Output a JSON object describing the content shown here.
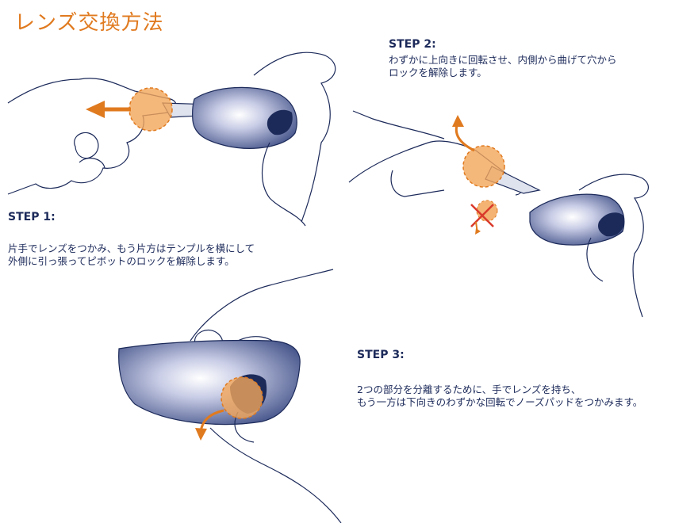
{
  "title": "レンズ交換方法",
  "steps": [
    {
      "heading": "STEP 1:",
      "lines": [
        "片手でレンズをつかみ、もう片方はテンプルを横にして",
        "外側に引っ張ってピボットのロックを解除します。"
      ]
    },
    {
      "heading": "STEP 2:",
      "lines": [
        "わずかに上向きに回転させ、内側から曲げて穴から",
        "ロックを解除します。"
      ]
    },
    {
      "heading": "STEP 3:",
      "lines": [
        "2つの部分を分離するために、手でレンズを持ち、",
        "もう一方は下向きのわずかな回転でノーズパッドをつかみます。"
      ]
    }
  ],
  "colors": {
    "accent": "#e07a1f",
    "accent_fill": "#f2a65a",
    "line": "#1c2a5a",
    "lens": "#4a5a8f",
    "error": "#d93a2b"
  }
}
